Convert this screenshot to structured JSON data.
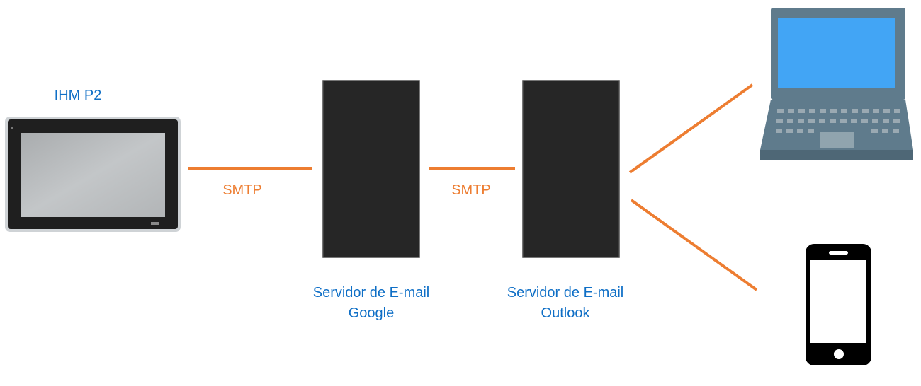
{
  "colors": {
    "connector": "#ed7d31",
    "label_blue": "#0f6fc6",
    "server_fill": "#262626",
    "laptop_body": "#5f7b8c",
    "laptop_screen": "#42a5f5",
    "phone_body": "#000000"
  },
  "nodes": {
    "hmi": {
      "label": "IHM P2",
      "icon": "touch-panel-icon"
    },
    "server_google": {
      "label_line1": "Servidor de E-mail",
      "label_line2": "Google"
    },
    "server_outlook": {
      "label_line1": "Servidor de E-mail",
      "label_line2": "Outlook"
    },
    "laptop": {
      "icon": "laptop-icon"
    },
    "phone": {
      "icon": "smartphone-icon"
    }
  },
  "edges": {
    "hmi_to_google": {
      "label": "SMTP"
    },
    "google_to_outlook": {
      "label": "SMTP"
    }
  }
}
